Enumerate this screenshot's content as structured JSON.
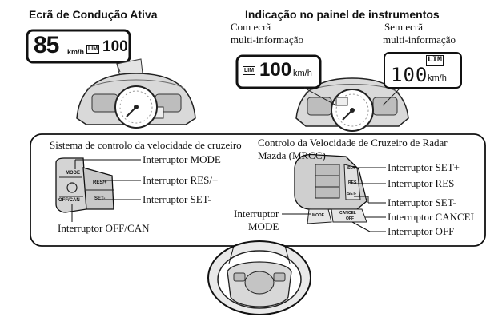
{
  "headings": {
    "left": "Ecrã de Condução Ativa",
    "right": "Indicação no painel de instrumentos"
  },
  "cluster_notes": {
    "with_display_1": "Com ecrã",
    "with_display_2": "multi-informação",
    "without_display_1": "Sem ecrã",
    "without_display_2": "multi-informação"
  },
  "displays": {
    "hud_speed": "85",
    "hud_unit": "km/h",
    "hud_lim": "LIM",
    "hud_set": "100",
    "multi_lim": "LIM",
    "multi_value": "100",
    "multi_unit": "km/h",
    "seg_lim": "LIM",
    "seg_value": "100",
    "seg_unit": "km/h"
  },
  "sections": {
    "cruise_title": "Sistema de controlo da velocidade de cruzeiro",
    "mrcc_title_1": "Controlo da Velocidade de Cruzeiro de Radar",
    "mrcc_title_2": "Mazda (MRCC)"
  },
  "left_switch": {
    "mode": "Interruptor MODE",
    "res": "Interruptor RES/+",
    "set": "Interruptor SET-",
    "offcan": "Interruptor OFF/CAN",
    "btn_mode": "MODE",
    "btn_res": "RES/+",
    "btn_set": "SET-",
    "btn_offcan": "OFF/CAN"
  },
  "right_switch": {
    "setplus": "Interruptor SET+",
    "res": "Interruptor RES",
    "setminus": "Interruptor SET-",
    "mode_1": "Interruptor",
    "mode_2": "MODE",
    "cancel": "Interruptor CANCEL",
    "off": "Interruptor OFF",
    "btn_mode": "MODE",
    "btn_cancel": "CANCEL",
    "btn_off": "OFF",
    "btn_set": "SET+",
    "btn_res": "RES",
    "btn_setm": "SET-"
  }
}
